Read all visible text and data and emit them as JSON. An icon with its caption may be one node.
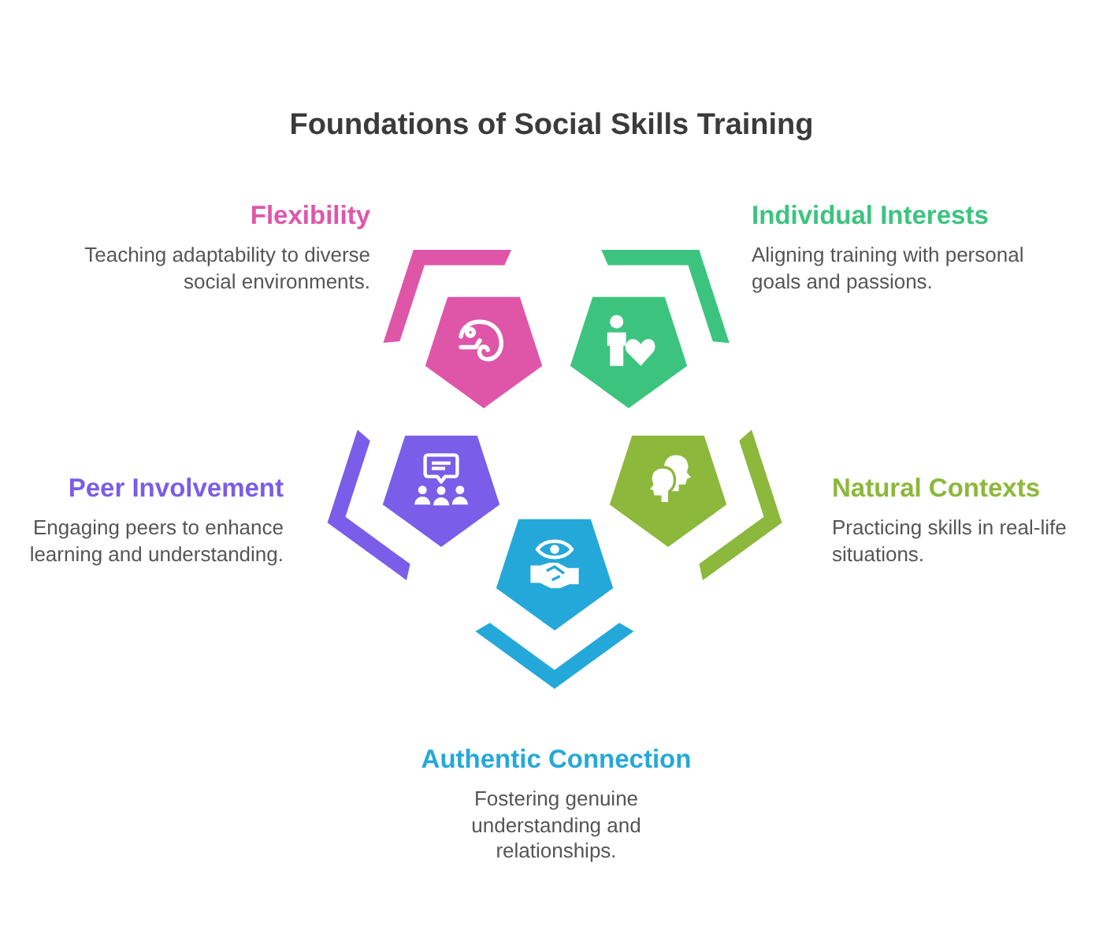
{
  "diagram": {
    "title": "Foundations of Social Skills Training",
    "nodes": [
      {
        "text": [
          "Flexibility",
          "Teaching adaptability to diverse social environments."
        ]
      },
      {
        "text": [
          "Individual Interests",
          "Aligning training with personal goals and passions."
        ]
      },
      {
        "text": [
          "Peer Involvement",
          "Engaging peers to enhance learning and understanding."
        ]
      },
      {
        "text": [
          "Natural Contexts",
          "Practicing skills in real-life situations."
        ]
      },
      {
        "text": [
          "Authentic Connection",
          "Fostering genuine understanding and relationships."
        ]
      }
    ]
  }
}
